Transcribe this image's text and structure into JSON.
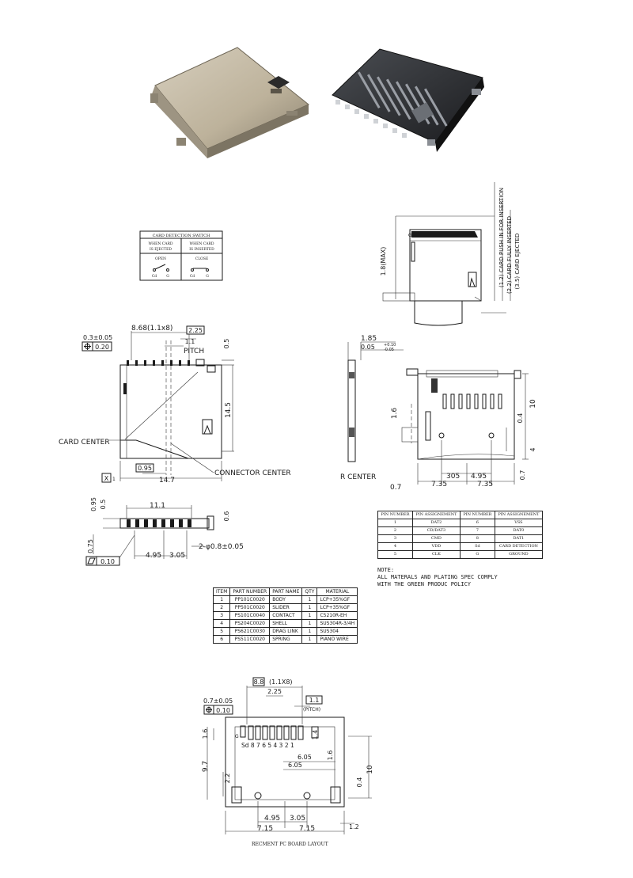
{
  "switch_box": {
    "title": "CARD DETECTION SWITCH",
    "left_header_1": "WHEN CARD",
    "left_header_2": "IS EJECTED",
    "right_header_1": "WHEN CARD",
    "right_header_2": "IS INSERTED",
    "left_state": "OPEN",
    "right_state": "CLOSE",
    "pin_cd": "Cd",
    "pin_g": "G"
  },
  "side_view": {
    "dim_max": "1.8(MAX)",
    "g_label": "G",
    "note_1": "(1.2) CARD PUSH IN FOR INSERTION",
    "note_2": "(2.2) CARD FULLY INSERTED",
    "note_3": "(3.5) CARD EJECTED"
  },
  "front_view": {
    "dim_868": "8.68(1.1x8)",
    "dim_225": "2.25",
    "dim_11": "1.1",
    "pitch": "PITCH",
    "dim_03": "0.3±0.05",
    "tol_020": "0.20",
    "dim_05": "0.5",
    "dim_145": "14.5",
    "card_center": "CARD CENTER",
    "connector_center": "CONNECTOR CENTER",
    "dim_095": "0.95",
    "dim_147": "14.7",
    "datum_x": "X"
  },
  "bottom_view": {
    "dim_185": "1.85",
    "dim_005": "0.05",
    "tol_plus": "+0.10",
    "tol_minus": "-0.05",
    "dim_16": "1.6",
    "dim_10": "10",
    "dim_04": "0.4",
    "dim_4": "4",
    "center_text": "R CENTER",
    "dim_305": "305",
    "dim_495": "4.95",
    "dim_07": "0.7",
    "dim_735a": "7.35",
    "dim_735b": "7.35",
    "dim_07b": "0.7"
  },
  "lower_front": {
    "dim_11": "11.1",
    "dim_095": "0.95",
    "dim_05": "0.5",
    "dim_06": "0.6",
    "dim_075": "0.75",
    "dim_495": "4.95",
    "dim_305": "3.05",
    "dim_phi": "2-φ0.8±0.05",
    "tol_010": "0.10"
  },
  "pin_table": {
    "headers": [
      "PIN NUMBER",
      "PIN ASSIGNEMENT",
      "PIN NUMBER",
      "PIN ASSIGNEMENT"
    ],
    "rows": [
      [
        "1",
        "DAT2",
        "6",
        "VSS"
      ],
      [
        "2",
        "CD/DAT3",
        "7",
        "DAT0"
      ],
      [
        "3",
        "CMD",
        "8",
        "DAT1"
      ],
      [
        "4",
        "VDD",
        "Sd",
        "CARD DETECTION"
      ],
      [
        "5",
        "CLK",
        "G",
        "GROUND"
      ]
    ]
  },
  "note": {
    "line1": "NOTE:",
    "line2": "ALL MATERALS AND PLATING SPEC COMPLY",
    "line3": "WITH THE GREEN PRODUC POLICY"
  },
  "parts_table": {
    "headers": [
      "ITEM",
      "PART NUMBER",
      "PART NAME",
      "QTY",
      "MATERIAL"
    ],
    "rows": [
      [
        "1",
        "PP101C0020",
        "BODY",
        "1",
        "LCP+35%GF"
      ],
      [
        "2",
        "PP501C0020",
        "SLIDER",
        "1",
        "LCP+35%GF"
      ],
      [
        "3",
        "PS101C0040",
        "CONTACT",
        "1",
        "C5210R-EH"
      ],
      [
        "4",
        "PS204C0020",
        "SHELL",
        "1",
        "SUS304R-3/4H"
      ],
      [
        "5",
        "PS621C0030",
        "DRAG LINK",
        "1",
        "SUS304"
      ],
      [
        "6",
        "PS511C0020",
        "SPRING",
        "1",
        "PIANO WIRE"
      ]
    ]
  },
  "pcb_layout": {
    "dim_88": "8.8",
    "dim_88_suffix": "(1.1X8)",
    "dim_225": "2.25",
    "dim_11": "1.1",
    "pitch": "(PITCH)",
    "dim_07": "0.7±0.05",
    "tol_010": "0.10",
    "dim_16": "1.6",
    "g_label": "G",
    "pin_labels": "Sd 8 7 6 5 4 3 2 1",
    "dim_14": "1.4",
    "dim_16b": "1.6",
    "dim_605a": "6.05",
    "dim_605b": "6.05",
    "dim_97": "9.7",
    "dim_10": "10",
    "dim_22": "2.2",
    "dim_04": "0.4",
    "dim_495": "4.95",
    "dim_305": "3.05",
    "dim_12": "1.2",
    "dim_715a": "7.15",
    "dim_715b": "7.15",
    "caption": "RECMENT PC BOARD LAYOUT"
  }
}
